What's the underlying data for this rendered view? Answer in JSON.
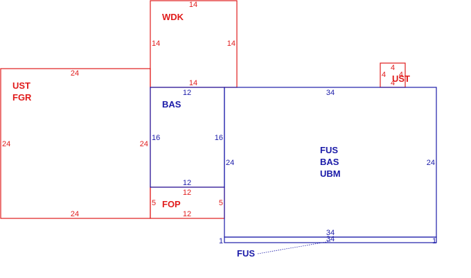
{
  "colors": {
    "red": "#e01b1b",
    "blue": "#1a1aa8"
  },
  "rooms": {
    "wdk": {
      "label": "WDK",
      "dims": {
        "top": "14",
        "bottom": "14",
        "left": "14",
        "right": "14"
      }
    },
    "ust_fgr": {
      "labels": [
        "UST",
        "FGR"
      ],
      "dims": {
        "top": "24",
        "bottom": "24",
        "left": "24",
        "right": "24"
      }
    },
    "bas": {
      "label": "BAS",
      "dims": {
        "top": "12",
        "bottom": "12",
        "left": "16",
        "right": "16"
      }
    },
    "fop": {
      "label": "FOP",
      "dims": {
        "top": "12",
        "bottom": "12",
        "left": "5",
        "right": "5"
      }
    },
    "ust_small": {
      "label": "UST",
      "dims": {
        "top": "4",
        "left": "4",
        "right": "4",
        "bottom": "4"
      }
    },
    "fus_bas_ubm": {
      "labels": [
        "FUS",
        "BAS",
        "UBM"
      ],
      "dims": {
        "top": "34",
        "bottom": "34",
        "left": "24",
        "right": "24"
      }
    },
    "fus_strip": {
      "label": "FUS",
      "dims": {
        "top": "34",
        "left": "1",
        "right": "1"
      }
    }
  }
}
